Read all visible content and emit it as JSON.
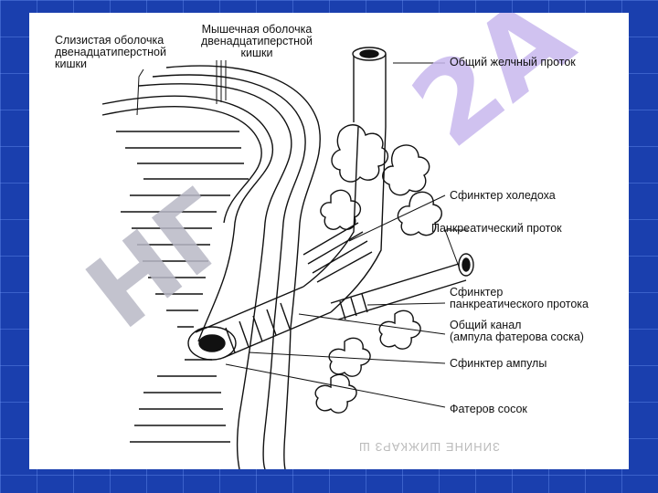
{
  "labels": {
    "mucosa_line1": "Слизистая оболочка",
    "mucosa_line2": "двенадцатиперстной",
    "mucosa_line3": "кишки",
    "muscle_line1": "Мышечная оболочка",
    "muscle_line2": "двенадцатиперстной",
    "muscle_line3": "кишки",
    "common_bile_duct": "Общий желчный проток",
    "choledochus_sphincter": "Сфинктер холедоха",
    "pancreatic_duct": "Панкреатический проток",
    "pancreatic_sphincter_line1": "Сфинктер",
    "pancreatic_sphincter_line2": "панкреатического протока",
    "common_channel_line1": "Общий канал",
    "common_channel_line2": "(ампула фатерова соска)",
    "ampulla_sphincter": "Сфинктер ампулы",
    "vater_papilla": "Фатеров сосок"
  },
  "watermark": {
    "left": "НГ",
    "right": "2А"
  },
  "mirrored_text": "ЗИНИНЕ ШИЖКАРЗ Ш"
}
